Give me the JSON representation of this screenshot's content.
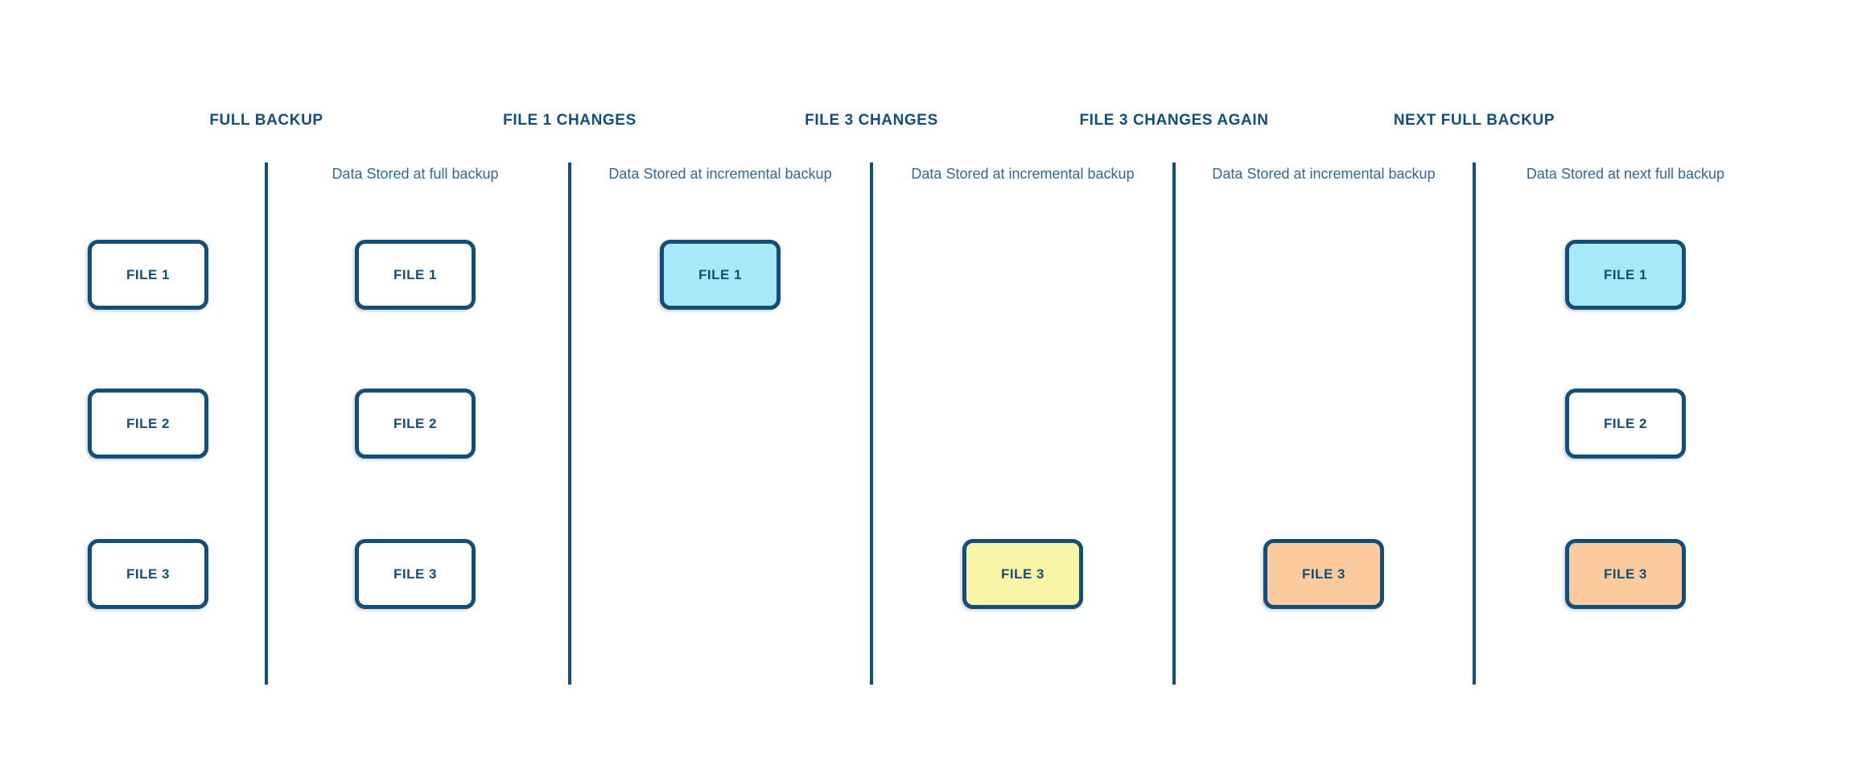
{
  "colors": {
    "navy": "#124e7a",
    "cyan": "#a6e9f8",
    "yellow": "#f8f6a4",
    "orange": "#fbca9d",
    "sublabel-blue": "#30689b"
  },
  "stages": [
    {
      "header": "FULL BACKUP"
    },
    {
      "header": "FILE 1 CHANGES"
    },
    {
      "header": "FILE 3 CHANGES"
    },
    {
      "header": "FILE 3 CHANGES AGAIN"
    },
    {
      "header": "NEXT FULL BACKUP"
    }
  ],
  "columns": [
    {
      "name": "original-files",
      "sublabel": "",
      "files": [
        {
          "label": "FILE 1"
        },
        {
          "label": "FILE 2"
        },
        {
          "label": "FILE 3"
        }
      ]
    },
    {
      "name": "full-backup-data",
      "sublabel": "Data Stored at full backup",
      "files": [
        {
          "label": "FILE 1"
        },
        {
          "label": "FILE 2"
        },
        {
          "label": "FILE 3"
        }
      ]
    },
    {
      "name": "incremental-backup-1",
      "sublabel": "Data Stored at incremental backup",
      "files": [
        {
          "label": "FILE 1",
          "fill": "cyan"
        }
      ]
    },
    {
      "name": "incremental-backup-2",
      "sublabel": "Data Stored at incremental backup",
      "files": [
        {
          "label": "FILE 3",
          "fill": "yellow"
        }
      ]
    },
    {
      "name": "incremental-backup-3",
      "sublabel": "Data Stored at incremental backup",
      "files": [
        {
          "label": "FILE 3",
          "fill": "orange"
        }
      ]
    },
    {
      "name": "next-full-backup-data",
      "sublabel": "Data Stored at next full backup",
      "files": [
        {
          "label": "FILE 1",
          "fill": "cyan"
        },
        {
          "label": "FILE 2",
          "fill": "white"
        },
        {
          "label": "FILE 3",
          "fill": "orange"
        }
      ]
    }
  ]
}
